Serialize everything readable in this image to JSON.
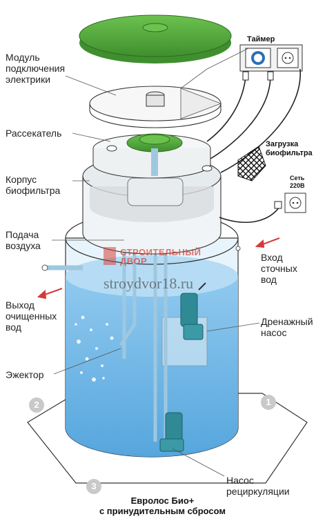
{
  "labels": {
    "electric_module": "Модуль\nподключения\nэлектрики",
    "distributor": "Рассекатель",
    "biofilter_body": "Корпус\nбиофильтра",
    "air_supply": "Подача\nвоздуха",
    "outlet": "Выход\nочищенных\nвод",
    "ejector": "Эжектор",
    "inlet": "Вход\nсточных\nвод",
    "drain_pump": "Дренажный\nнасос",
    "recirc_pump": "Насос\nрециркуляции",
    "timer": "Таймер",
    "biofilter_load": "Загрузка\nбиофильтра",
    "mains": "Сеть\n220В"
  },
  "numbers": [
    "1",
    "2",
    "3"
  ],
  "watermark": {
    "brand": "СТРОИТЕЛЬНЫЙ\nДВОР",
    "url": "stroydvor18.ru"
  },
  "caption": {
    "line1": "Евролос Био+",
    "line2": "с принудительным сбросом"
  },
  "colors": {
    "lid_green": "#5cb040",
    "water_blue": "#6fb6e6",
    "pump_teal": "#2f8a95",
    "arrow_red": "#d43a3a"
  }
}
